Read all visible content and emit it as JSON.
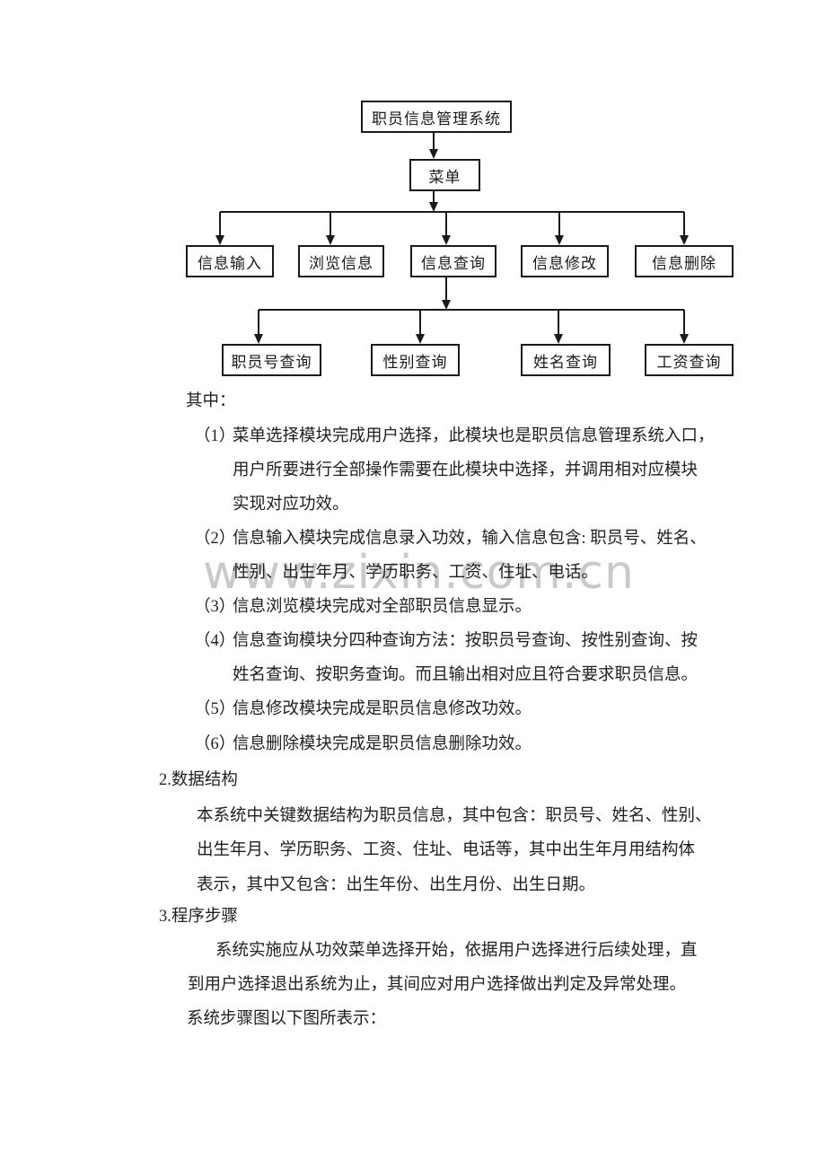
{
  "watermark": {
    "text": "www.zixin.com.cn",
    "color": "#c7caca"
  },
  "diagram": {
    "nodes": [
      {
        "id": "root",
        "label": "职员信息管理系统"
      },
      {
        "id": "menu",
        "label": "菜单"
      },
      {
        "id": "info-input",
        "label": "信息输入"
      },
      {
        "id": "info-browse",
        "label": "浏览信息"
      },
      {
        "id": "info-query",
        "label": "信息查询"
      },
      {
        "id": "info-modify",
        "label": "信息修改"
      },
      {
        "id": "info-delete",
        "label": "信息删除"
      },
      {
        "id": "query-by-id",
        "label": "职员号查询"
      },
      {
        "id": "query-by-gender",
        "label": "性别查询"
      },
      {
        "id": "query-by-name",
        "label": "姓名查询"
      },
      {
        "id": "query-by-salary",
        "label": "工资查询"
      }
    ],
    "line_color": "#1a1a1a"
  },
  "body": {
    "intro": "其中：",
    "items": [
      {
        "num": "（1）",
        "lines": [
          "菜单选择模块完成用户选择，此模块也是职员信息管理系统入口，",
          "用户所要进行全部操作需要在此模块中选择，并调用相对应模块",
          "实现对应功效。"
        ]
      },
      {
        "num": "（2）",
        "lines": [
          "信息输入模块完成信息录入功效，输入信息包含: 职员号、姓名、",
          "性别、出生年月、学历职务、工资、住址、电话。"
        ]
      },
      {
        "num": "（3）",
        "lines": [
          "信息浏览模块完成对全部职员信息显示。"
        ]
      },
      {
        "num": "（4）",
        "lines": [
          "信息查询模块分四种查询方法：按职员号查询、按性别查询、按",
          "姓名查询、按职务查询。而且输出相对应且符合要求职员信息。"
        ]
      },
      {
        "num": "（5）",
        "lines": [
          "信息修改模块完成是职员信息修改功效。"
        ]
      },
      {
        "num": "（6）",
        "lines": [
          "信息删除模块完成是职员信息删除功效。"
        ]
      }
    ],
    "section2": {
      "heading": "2.数据结构",
      "lines": [
        "本系统中关键数据结构为职员信息，其中包含：职员号、姓名、性别、",
        "出生年月、学历职务、工资、住址、电话等，其中出生年月用结构体",
        "表示，其中又包含：出生年份、出生月份、出生日期。"
      ]
    },
    "section3": {
      "heading": "3.程序步骤",
      "lines": [
        "系统实施应从功效菜单选择开始，依据用户选择进行后续处理，直",
        "到用户选择退出系统为止，其间应对用户选择做出判定及异常处理。",
        "系统步骤图以下图所表示："
      ]
    }
  }
}
